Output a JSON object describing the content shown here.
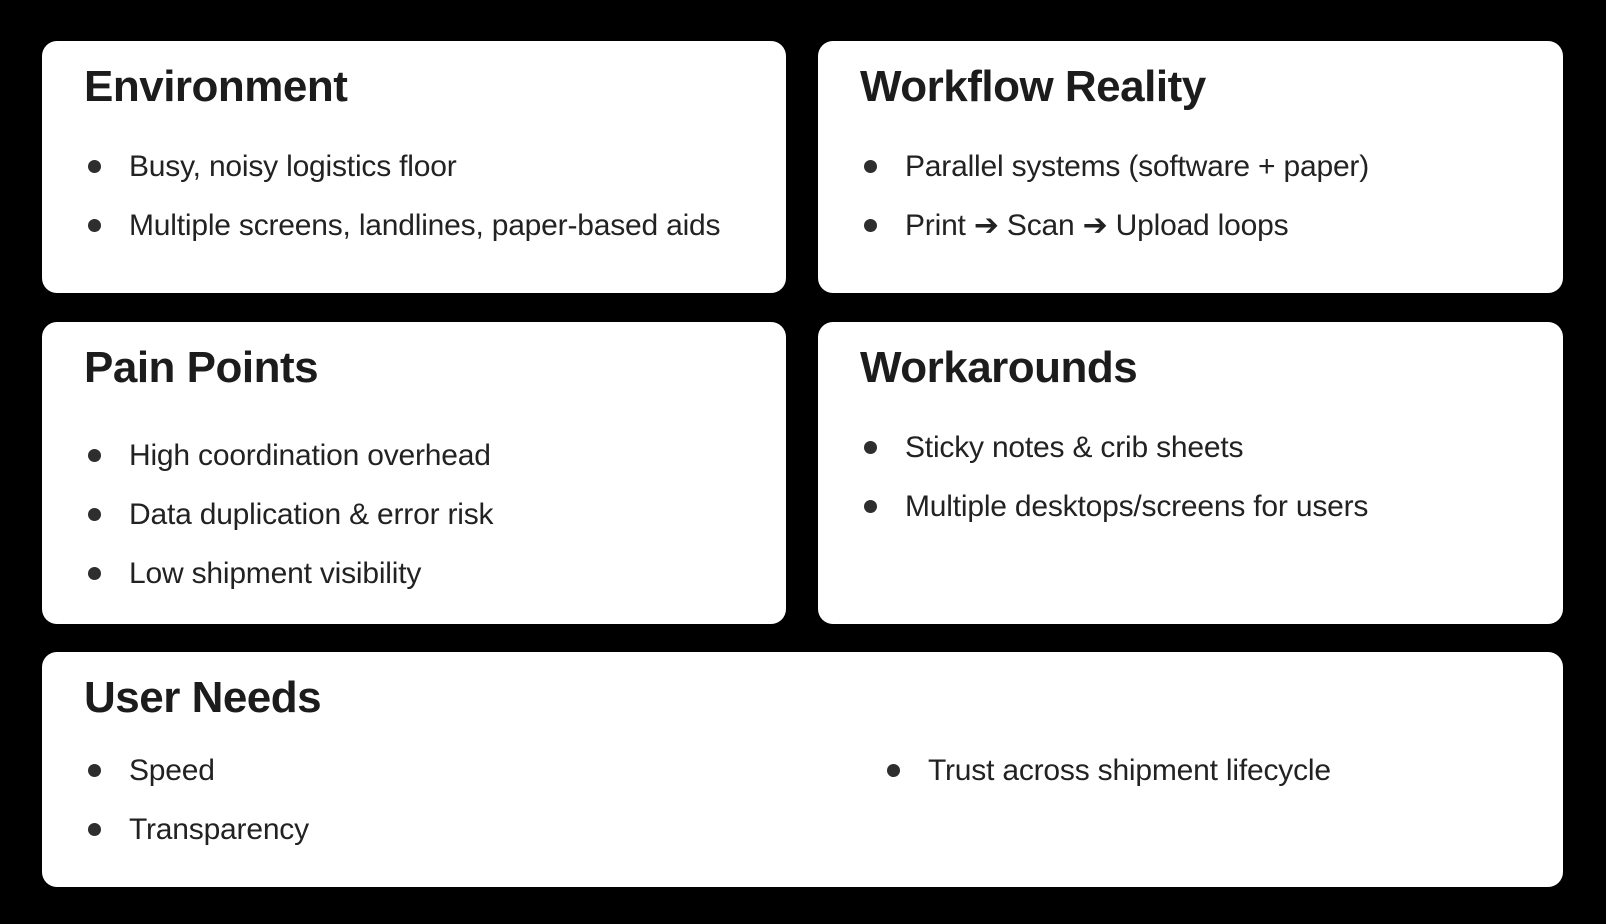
{
  "page": {
    "background_color": "#000000",
    "card_background_color": "#ffffff",
    "heading_color": "#1c1c1c",
    "body_text_color": "#222222",
    "bullet_dot_color": "#2e2e2e"
  },
  "cards": [
    {
      "id": "environment",
      "title": "Environment",
      "bullets": [
        "Busy, noisy logistics floor",
        "Multiple screens, landlines, paper-based aids"
      ]
    },
    {
      "id": "workflow-reality",
      "title": "Workflow Reality",
      "bullets": [
        "Parallel systems (software + paper)",
        "Print ➔ Scan ➔ Upload loops"
      ]
    },
    {
      "id": "pain-points",
      "title": "Pain Points",
      "bullets": [
        "High coordination overhead",
        "Data duplication & error risk",
        "Low shipment visibility"
      ]
    },
    {
      "id": "workarounds",
      "title": "Workarounds",
      "bullets": [
        "Sticky notes & crib sheets",
        "Multiple desktops/screens for users"
      ]
    },
    {
      "id": "user-needs",
      "title": "User Needs",
      "bullets_column_left": [
        "Speed",
        "Transparency"
      ],
      "bullets_column_right": [
        "Trust across shipment lifecycle"
      ]
    }
  ]
}
